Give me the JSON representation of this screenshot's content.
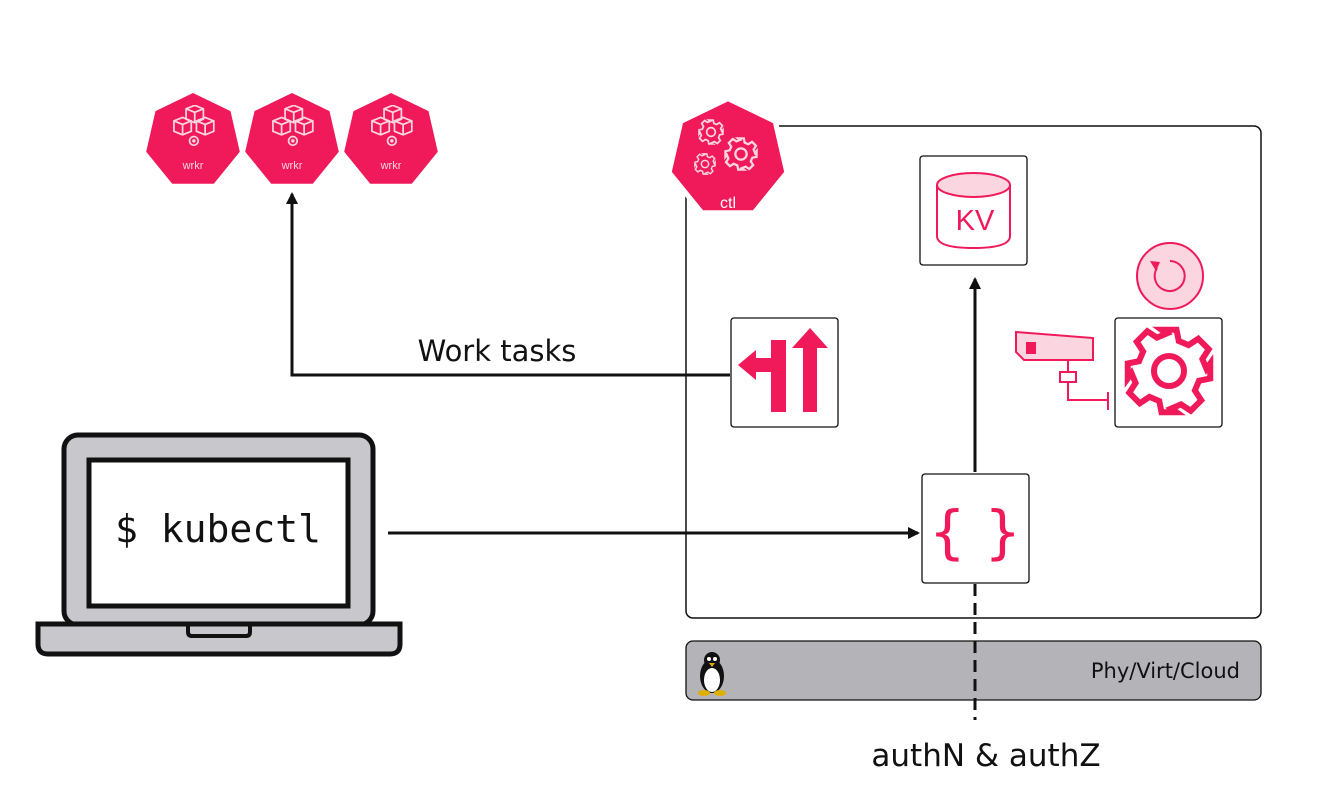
{
  "colors": {
    "accent": "#f0195a",
    "accent_light": "#fbd6e0",
    "ink": "#111111",
    "laptop_body": "#c8c8cc",
    "infra_bar": "#b4b4b8"
  },
  "workers": [
    {
      "label": "wrkr",
      "icon": "cubes-icon"
    },
    {
      "label": "wrkr",
      "icon": "cubes-icon"
    },
    {
      "label": "wrkr",
      "icon": "cubes-icon"
    }
  ],
  "control_plane": {
    "label": "ctl",
    "icon": "gears-icon"
  },
  "components": {
    "kv_store": {
      "label": "KV",
      "icon": "database-icon"
    },
    "api_server": {
      "label": "{ }",
      "icon": "braces-icon"
    },
    "scheduler": {
      "icon": "turn-arrows-icon"
    },
    "controller": {
      "icons": [
        "refresh-icon",
        "camera-icon",
        "gear-icon"
      ]
    }
  },
  "arrows": {
    "work_tasks_label": "Work tasks"
  },
  "laptop": {
    "command": "$ kubectl",
    "icon": "laptop-icon"
  },
  "infrastructure": {
    "label": "Phy/Virt/Cloud",
    "icon": "linux-penguin-icon"
  },
  "auth_label": "authN & authZ"
}
